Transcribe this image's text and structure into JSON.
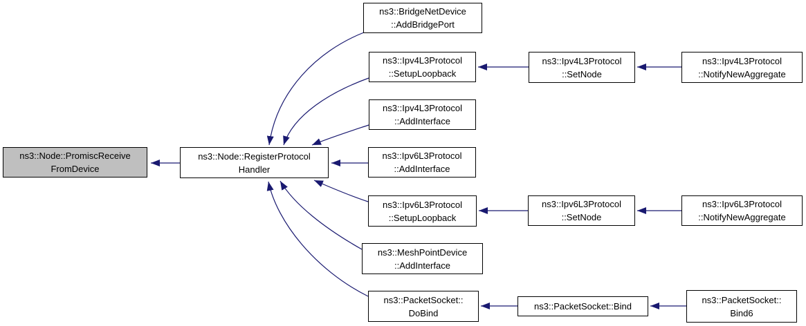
{
  "diagram": {
    "type": "doxygen-caller-graph",
    "background_color": "#ffffff",
    "edge_color": "#191970",
    "node_border_color": "#000000",
    "node_fill_color": "#ffffff",
    "highlight_fill_color": "#bfbfbf",
    "nodes": [
      {
        "id": "promisc-receive-from-device",
        "lines": [
          "ns3::Node::PromiscReceive",
          "FromDevice"
        ],
        "highlighted": true
      },
      {
        "id": "register-protocol-handler",
        "lines": [
          "ns3::Node::RegisterProtocol",
          "Handler"
        ],
        "highlighted": false
      },
      {
        "id": "bridge-add-bridge-port",
        "lines": [
          "ns3::BridgeNetDevice",
          "::AddBridgePort"
        ],
        "highlighted": false
      },
      {
        "id": "ipv4-setup-loopback",
        "lines": [
          "ns3::Ipv4L3Protocol",
          "::SetupLoopback"
        ],
        "highlighted": false
      },
      {
        "id": "ipv4-set-node",
        "lines": [
          "ns3::Ipv4L3Protocol",
          "::SetNode"
        ],
        "highlighted": false
      },
      {
        "id": "ipv4-notify-new-aggregate",
        "lines": [
          "ns3::Ipv4L3Protocol",
          "::NotifyNewAggregate"
        ],
        "highlighted": false
      },
      {
        "id": "ipv4-add-interface",
        "lines": [
          "ns3::Ipv4L3Protocol",
          "::AddInterface"
        ],
        "highlighted": false
      },
      {
        "id": "ipv6-add-interface",
        "lines": [
          "ns3::Ipv6L3Protocol",
          "::AddInterface"
        ],
        "highlighted": false
      },
      {
        "id": "ipv6-setup-loopback",
        "lines": [
          "ns3::Ipv6L3Protocol",
          "::SetupLoopback"
        ],
        "highlighted": false
      },
      {
        "id": "ipv6-set-node",
        "lines": [
          "ns3::Ipv6L3Protocol",
          "::SetNode"
        ],
        "highlighted": false
      },
      {
        "id": "ipv6-notify-new-aggregate",
        "lines": [
          "ns3::Ipv6L3Protocol",
          "::NotifyNewAggregate"
        ],
        "highlighted": false
      },
      {
        "id": "mesh-point-add-interface",
        "lines": [
          "ns3::MeshPointDevice",
          "::AddInterface"
        ],
        "highlighted": false
      },
      {
        "id": "packet-socket-do-bind",
        "lines": [
          "ns3::PacketSocket::",
          "DoBind"
        ],
        "highlighted": false
      },
      {
        "id": "packet-socket-bind",
        "lines": [
          "ns3::PacketSocket::Bind"
        ],
        "highlighted": false
      },
      {
        "id": "packet-socket-bind6",
        "lines": [
          "ns3::PacketSocket::",
          "Bind6"
        ],
        "highlighted": false
      }
    ],
    "edges": [
      {
        "from": "register-protocol-handler",
        "to": "promisc-receive-from-device"
      },
      {
        "from": "bridge-add-bridge-port",
        "to": "register-protocol-handler"
      },
      {
        "from": "ipv4-setup-loopback",
        "to": "register-protocol-handler"
      },
      {
        "from": "ipv4-add-interface",
        "to": "register-protocol-handler"
      },
      {
        "from": "ipv6-add-interface",
        "to": "register-protocol-handler"
      },
      {
        "from": "ipv6-setup-loopback",
        "to": "register-protocol-handler"
      },
      {
        "from": "mesh-point-add-interface",
        "to": "register-protocol-handler"
      },
      {
        "from": "packet-socket-do-bind",
        "to": "register-protocol-handler"
      },
      {
        "from": "ipv4-set-node",
        "to": "ipv4-setup-loopback"
      },
      {
        "from": "ipv4-notify-new-aggregate",
        "to": "ipv4-set-node"
      },
      {
        "from": "ipv6-set-node",
        "to": "ipv6-setup-loopback"
      },
      {
        "from": "ipv6-notify-new-aggregate",
        "to": "ipv6-set-node"
      },
      {
        "from": "packet-socket-bind",
        "to": "packet-socket-do-bind"
      },
      {
        "from": "packet-socket-bind6",
        "to": "packet-socket-bind"
      }
    ]
  }
}
